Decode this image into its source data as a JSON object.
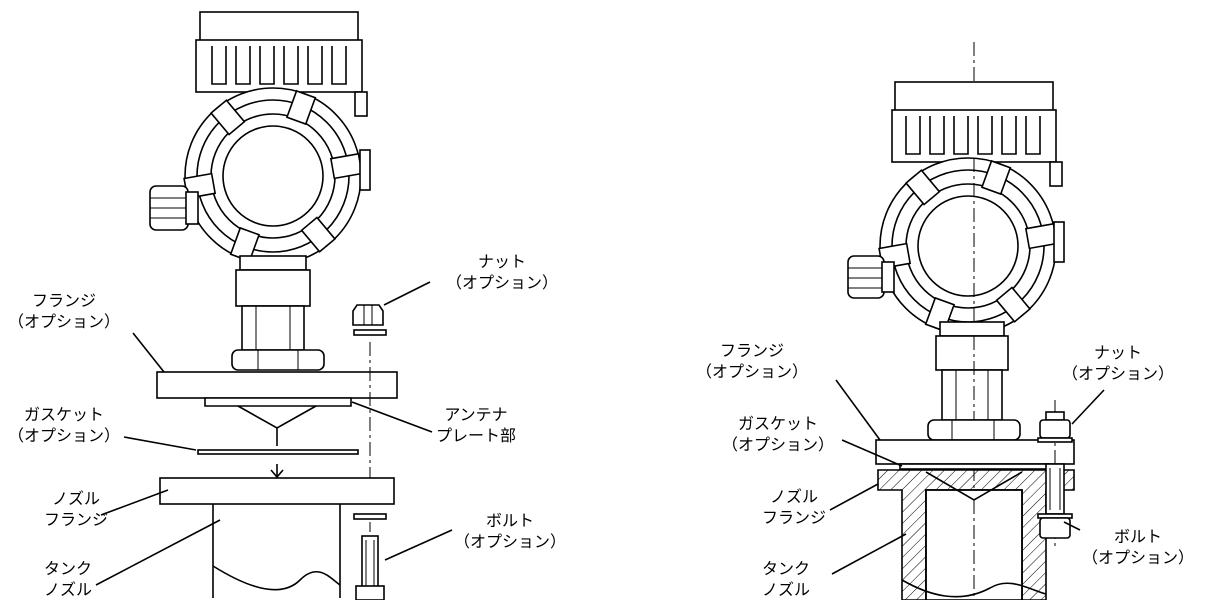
{
  "left_diagram": {
    "nut": [
      "ナット",
      "（オプション）"
    ],
    "flange": [
      "フランジ",
      "（オプション）"
    ],
    "gasket": [
      "ガスケット",
      "（オプション）"
    ],
    "antenna_plate": [
      "アンテナ",
      "プレート部"
    ],
    "nozzle_flange": [
      "ノズル",
      "フランジ"
    ],
    "bolt": [
      "ボルト",
      "（オプション）"
    ],
    "tank_nozzle": [
      "タンク",
      "ノズル"
    ]
  },
  "right_diagram": {
    "nut": [
      "ナット",
      "（オプション）"
    ],
    "flange": [
      "フランジ",
      "（オプション）"
    ],
    "gasket": [
      "ガスケット",
      "（オプション）"
    ],
    "nozzle_flange": [
      "ノズル",
      "フランジ"
    ],
    "bolt": [
      "ボルト",
      "（オプション）"
    ],
    "tank_nozzle": [
      "タンク",
      "ノズル"
    ]
  }
}
